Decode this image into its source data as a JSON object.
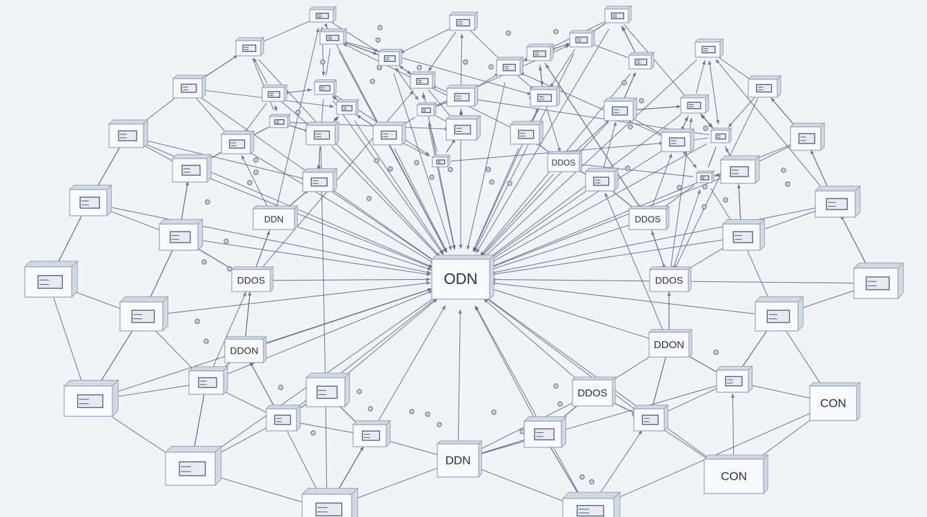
{
  "diagram": {
    "hub_label": "ODN",
    "labels": [
      "DDN",
      "DDOS",
      "DDOS",
      "DDOS",
      "DDON",
      "DDON",
      "DDOS",
      "DDOS",
      "CON",
      "DDN",
      "CON"
    ],
    "colors": {
      "background": "#f1f3f6",
      "edge": "#5d6b86",
      "box_face": "#f8f9fb",
      "box_border": "#9aa4b6",
      "text": "#2a2f3a"
    }
  }
}
